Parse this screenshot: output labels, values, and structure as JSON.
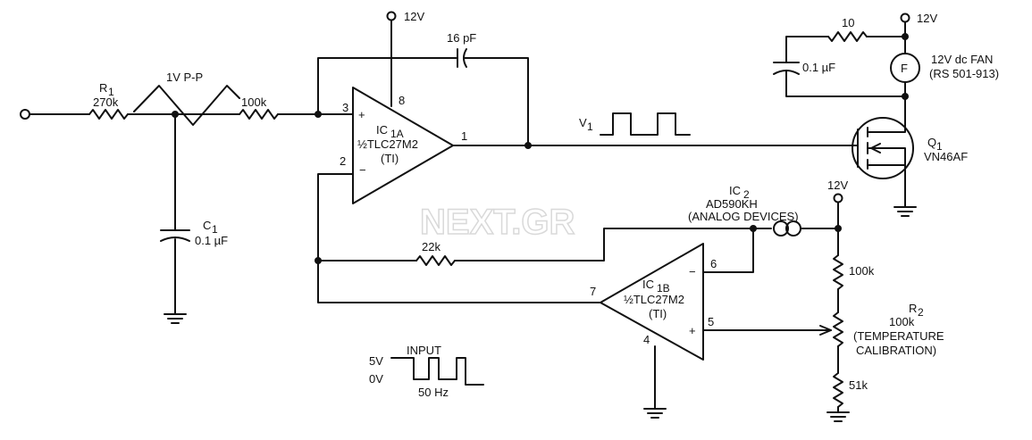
{
  "watermark": "NEXT.GR",
  "input": {
    "label": "INPUT",
    "high": "5V",
    "low": "0V",
    "freq": "50 Hz"
  },
  "r1": {
    "name": "R",
    "sub": "1",
    "value": "270k"
  },
  "c1": {
    "name": "C",
    "sub": "1",
    "value": "0.1 µF"
  },
  "triangle_label": "1V P-P",
  "r_100k_a": "100k",
  "cap_16pf": "16 pF",
  "supply_12v_ic1": "12V",
  "ic1a": {
    "name": "IC",
    "sub": "1A",
    "part": "½TLC27M2",
    "mfr": "(TI)",
    "pin_plus": "+",
    "pin_minus": "−",
    "pin3": "3",
    "pin2": "2",
    "pin8": "8",
    "pin1": "1"
  },
  "v1": {
    "name": "V",
    "sub": "1"
  },
  "ic2": {
    "name": "IC",
    "sub": "2",
    "part": "AD590KH",
    "mfr": "(ANALOG DEVICES)"
  },
  "r_22k": "22k",
  "ic1b": {
    "name": "IC",
    "sub": "1B",
    "part": "½TLC27M2",
    "mfr": "(TI)",
    "pin_minus": "−",
    "pin_plus": "+",
    "pin6": "6",
    "pin5": "5",
    "pin7": "7",
    "pin4": "4"
  },
  "supply_12v_ic2": "12V",
  "r_100k_b": "100k",
  "r2": {
    "name": "R",
    "sub": "2",
    "value": "100k",
    "desc1": "(TEMPERATURE",
    "desc2": "CALIBRATION)"
  },
  "r_51k": "51k",
  "fan": {
    "supply": "12V",
    "res": "10",
    "cap": "0.1 µF",
    "label1": "12V dc FAN",
    "label2": "(RS 501-913)",
    "symbol": "F"
  },
  "q1": {
    "name": "Q",
    "sub": "1",
    "part": "VN46AF"
  }
}
